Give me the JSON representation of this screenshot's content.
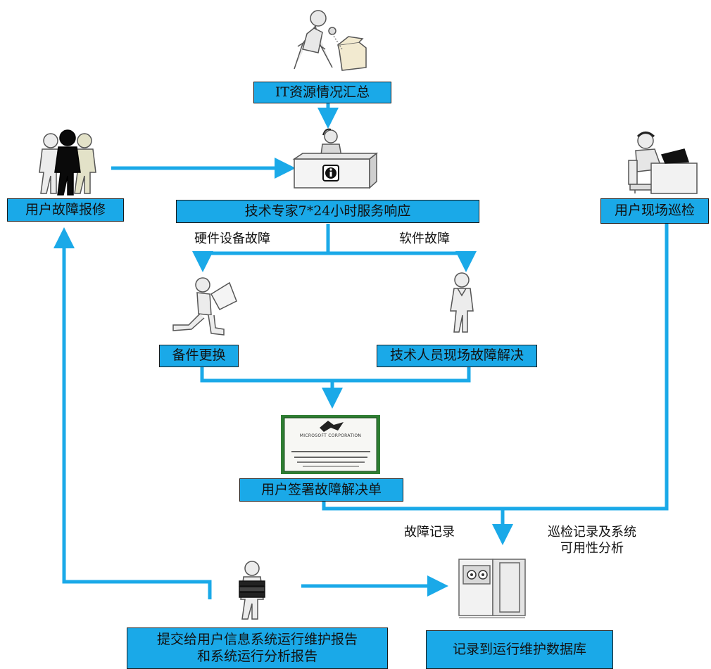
{
  "nodes": {
    "it_summary": "IT资源情况汇总",
    "user_report": "用户故障报修",
    "expert_response": "技术专家7*24小时服务响应",
    "onsite_inspection": "用户现场巡检",
    "spare_replace": "备件更换",
    "tech_onsite": "技术人员现场故障解决",
    "user_sign": "用户签署故障解决单",
    "submit_report_line1": "提交给用户信息系统运行维护报告",
    "submit_report_line2": "和系统运行分析报告",
    "record_db": "记录到运行维护数据库"
  },
  "edge_labels": {
    "hardware_fault": "硬件设备故障",
    "software_fault": "软件故障",
    "fault_record": "故障记录",
    "inspection_record_line1": "巡检记录及系统",
    "inspection_record_line2": "可用性分析"
  },
  "certificate": {
    "header": "MICROSOFT CORPORATION"
  },
  "colors": {
    "connector": "#1aa9e8",
    "box_fill": "#1aa9e8",
    "cert_border": "#2e7d32"
  }
}
